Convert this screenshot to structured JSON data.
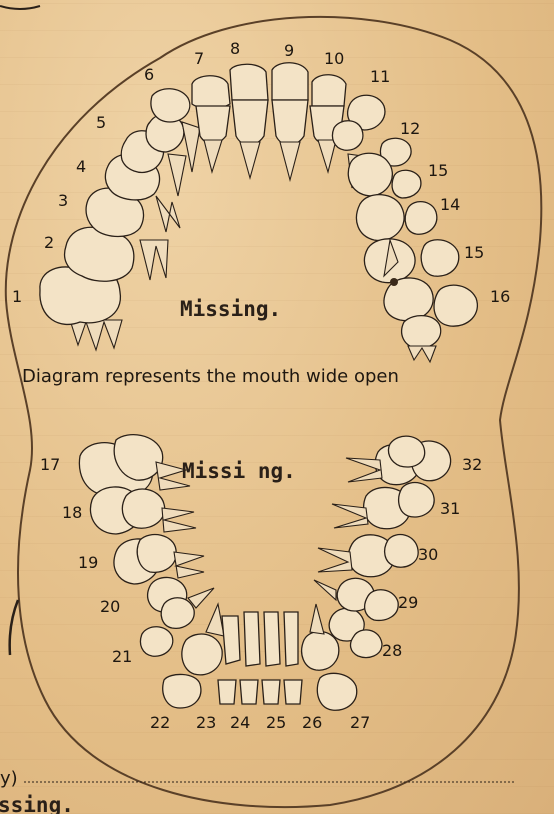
{
  "caption": "Diagram represents the mouth wide open",
  "upper_status": "Missing.",
  "lower_status": "Missi ng.",
  "partial_text_left": "y)",
  "partial_text_bottom": "ssing.",
  "upper_teeth_numbers": [
    "1",
    "2",
    "3",
    "4",
    "5",
    "6",
    "7",
    "8",
    "9",
    "10",
    "11",
    "12",
    "15",
    "14",
    "15",
    "16"
  ],
  "lower_teeth_numbers": [
    "17",
    "18",
    "19",
    "20",
    "21",
    "22",
    "23",
    "24",
    "25",
    "26",
    "27",
    "28",
    "29",
    "30",
    "31",
    "32"
  ],
  "colors": {
    "paper": "#e8c592",
    "ink": "#2a2018",
    "tooth_fill": "#f3e3c6"
  }
}
